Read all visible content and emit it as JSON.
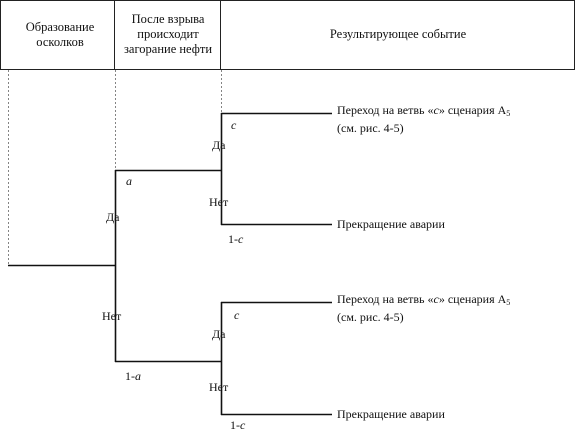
{
  "headers": {
    "col1": "Образование осколков",
    "col2": "После взрыва происходит загорание нефти",
    "col3": "Результирующее событие"
  },
  "labels": {
    "yes": "Да",
    "no": "Нет",
    "prob_a": "a",
    "prob_1a_prefix": "1-",
    "prob_1a_var": "a",
    "prob_c": "c",
    "prob_1c_prefix": "1-",
    "prob_1c_var": "c"
  },
  "outcomes": {
    "transition_prefix": "Переход на ветвь «",
    "transition_var": "c",
    "transition_mid": "» сценария А",
    "transition_sub": "5",
    "transition_ref": "(см. рис. 4-5)",
    "termination": "Прекращение аварии"
  },
  "colors": {
    "line": "#111111",
    "dashed": "#666666"
  }
}
